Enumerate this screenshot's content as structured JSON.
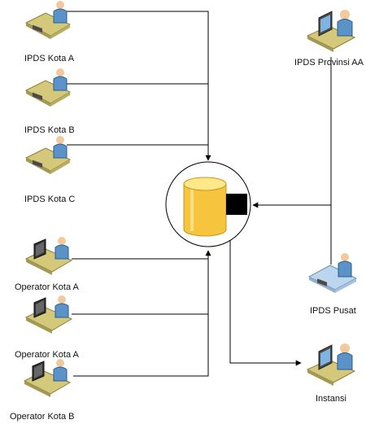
{
  "diagram": {
    "nodes": [
      {
        "id": "ipds_kota_a",
        "label": "IPDS Kota A",
        "icon": "desk-person-icon"
      },
      {
        "id": "ipds_kota_b",
        "label": "IPDS Kota B",
        "icon": "desk-person-icon"
      },
      {
        "id": "ipds_kota_c",
        "label": "IPDS Kota C",
        "icon": "desk-person-icon"
      },
      {
        "id": "operator_kota_a_1",
        "label": "Operator Kota A",
        "icon": "workstation-person-icon"
      },
      {
        "id": "operator_kota_a_2",
        "label": "Operator Kota A",
        "icon": "workstation-person-icon"
      },
      {
        "id": "operator_kota_b",
        "label": "Operator Kota B",
        "icon": "workstation-person-icon"
      },
      {
        "id": "ipds_provinsi",
        "label": "IPDS Provinsi AA",
        "icon": "computer-person-icon"
      },
      {
        "id": "ipds_pusat",
        "label": "IPDS Pusat",
        "icon": "desk-person-icon"
      },
      {
        "id": "instansi",
        "label": "Instansi",
        "icon": "computer-person-icon"
      },
      {
        "id": "database",
        "label": "",
        "icon": "database-cylinder-icon"
      }
    ],
    "colors": {
      "line": "#000000",
      "desk": "#d4c97a",
      "shirt": "#5b93c9",
      "skin": "#f1c99c",
      "db_body": "#f7c53d",
      "db_top": "#ffe88a",
      "monitor": "#4a4a4a",
      "screen": "#7fb3e0"
    }
  }
}
